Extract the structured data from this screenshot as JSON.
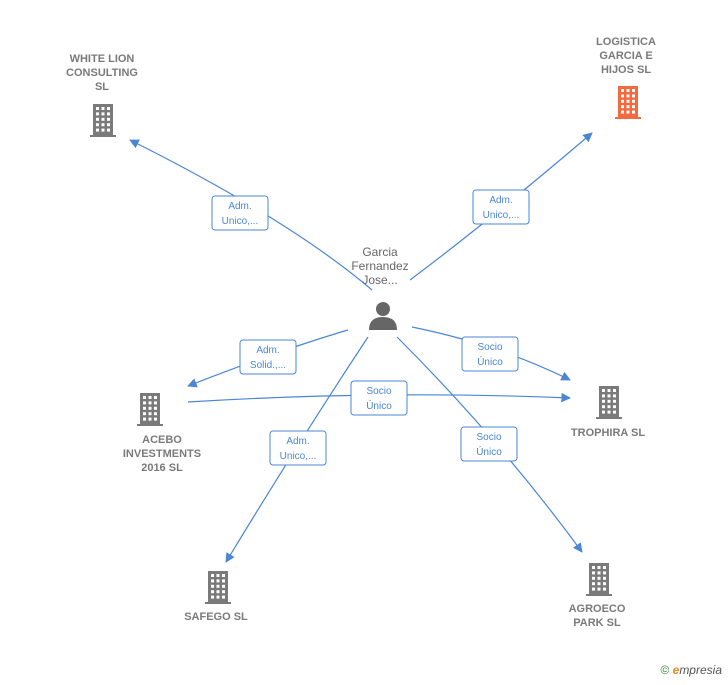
{
  "colors": {
    "edge": "#4a86d4",
    "company": "#7a7a7a",
    "company_highlight": "#f26a3d",
    "person": "#666666"
  },
  "person": {
    "lines": [
      "Garcia",
      "Fernandez",
      "Jose..."
    ],
    "icon": "person-icon"
  },
  "companies": [
    {
      "id": "white-lion",
      "lines": [
        "WHITE LION",
        "CONSULTING",
        "SL"
      ],
      "icon": "building-icon",
      "highlight": false
    },
    {
      "id": "logistica",
      "lines": [
        "LOGISTICA",
        "GARCIA E",
        "HIJOS  SL"
      ],
      "icon": "building-icon",
      "highlight": true
    },
    {
      "id": "acebo",
      "lines": [
        "ACEBO",
        "INVESTMENTS",
        "2016  SL"
      ],
      "icon": "building-icon",
      "highlight": false
    },
    {
      "id": "trophira",
      "lines": [
        "TROPHIRA SL"
      ],
      "icon": "building-icon",
      "highlight": false
    },
    {
      "id": "safego",
      "lines": [
        "SAFEGO  SL"
      ],
      "icon": "building-icon",
      "highlight": false
    },
    {
      "id": "agroeco",
      "lines": [
        "AGROECO",
        "PARK  SL"
      ],
      "icon": "building-icon",
      "highlight": false
    }
  ],
  "edges": [
    {
      "id": "e-white-lion",
      "lines": [
        "Adm.",
        "Unico,..."
      ]
    },
    {
      "id": "e-logistica",
      "lines": [
        "Adm.",
        "Unico,..."
      ]
    },
    {
      "id": "e-acebo",
      "lines": [
        "Adm.",
        "Solid.,..."
      ]
    },
    {
      "id": "e-trophira",
      "lines": [
        "Socio",
        "Único"
      ]
    },
    {
      "id": "e-acebo-trophira",
      "lines": [
        "Socio",
        "Único"
      ]
    },
    {
      "id": "e-safego",
      "lines": [
        "Adm.",
        "Unico,..."
      ]
    },
    {
      "id": "e-agroeco",
      "lines": [
        "Socio",
        "Único"
      ]
    }
  ],
  "footer": {
    "copyright": "©",
    "brand_initial": "e",
    "brand_rest": "mpresia"
  }
}
